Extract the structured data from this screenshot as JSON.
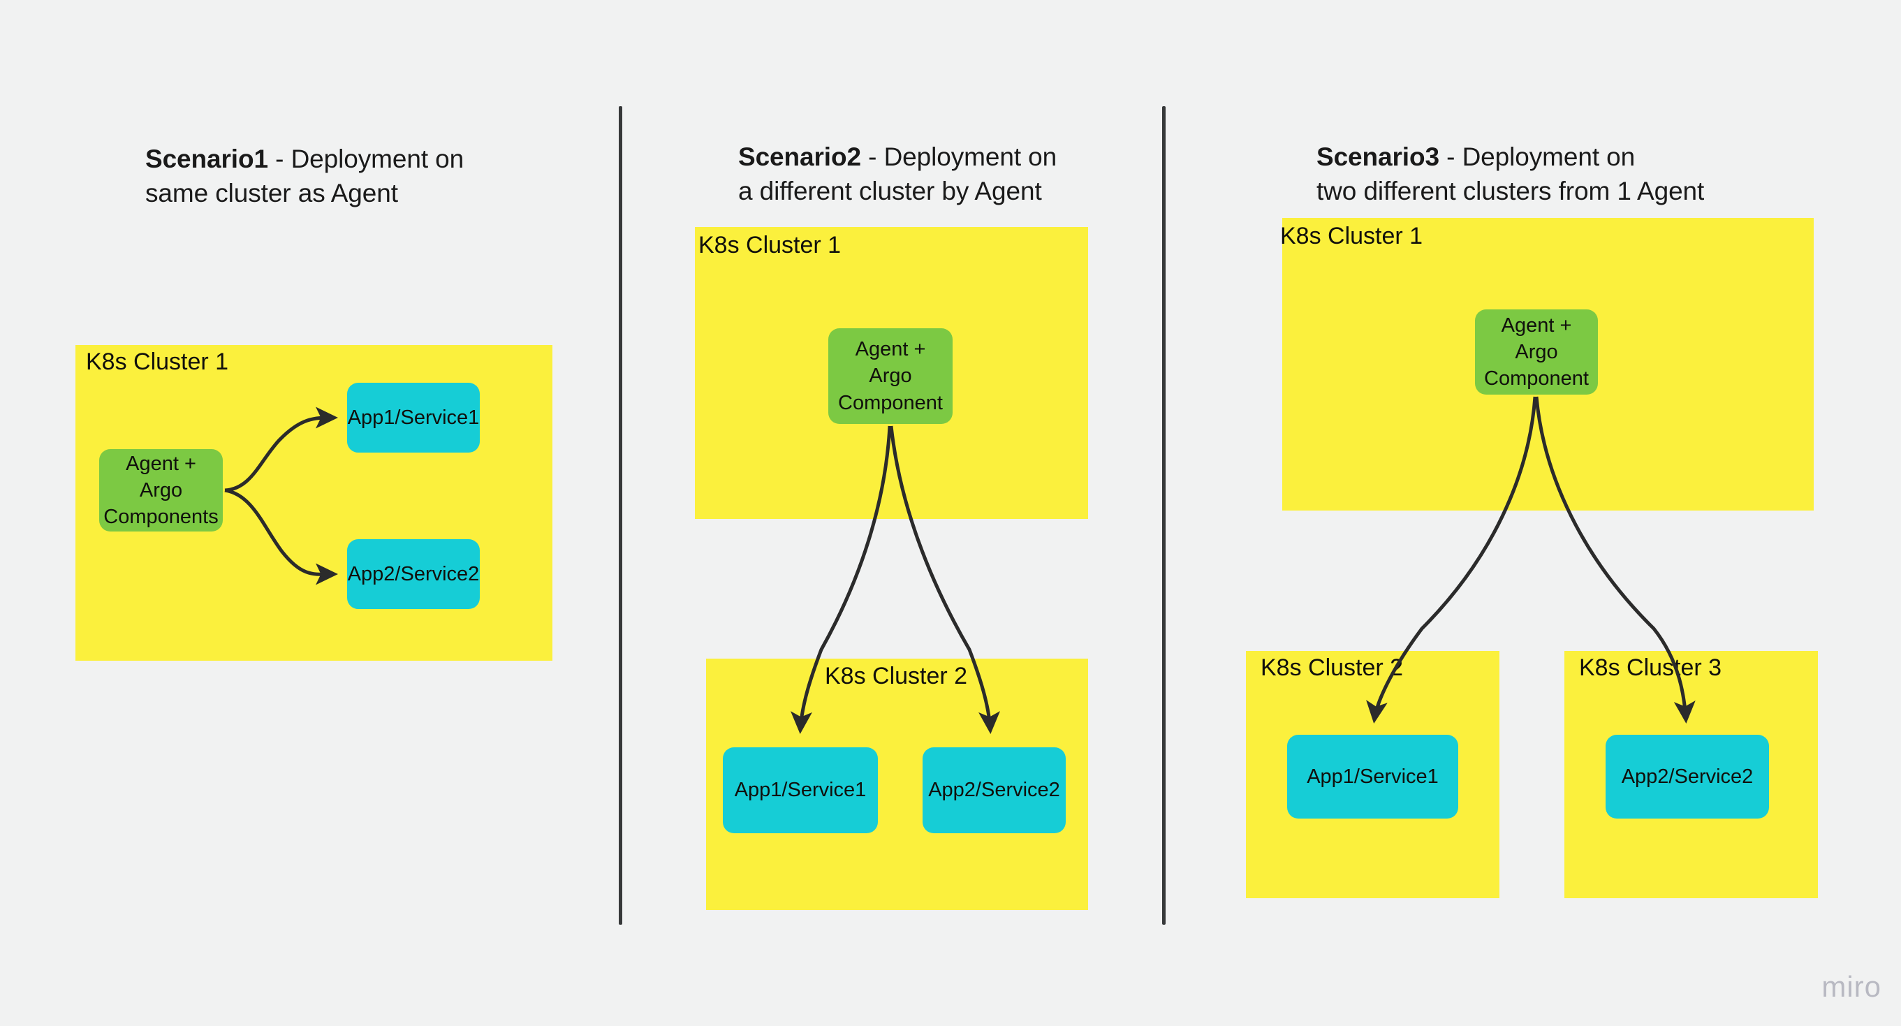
{
  "board": {
    "background_color": "#f1f2f2",
    "watermark": "miro"
  },
  "colors": {
    "cluster_yellow": "#fbf03d",
    "agent_green": "#7cc943",
    "app_cyan": "#16cdd6",
    "divider_gray": "#37393a",
    "text_dark": "#1a1a1a"
  },
  "scenarios": [
    {
      "id": "scenario1",
      "title_strong": "Scenario1",
      "title_rest": " - Deployment on\nsame cluster as Agent",
      "clusters": [
        {
          "label": "K8s Cluster 1"
        }
      ],
      "nodes": [
        {
          "label": "Agent + Argo\nComponents",
          "kind": "green"
        },
        {
          "label": "App1/Service1",
          "kind": "cyan"
        },
        {
          "label": "App2/Service2",
          "kind": "cyan"
        }
      ]
    },
    {
      "id": "scenario2",
      "title_strong": "Scenario2",
      "title_rest": " - Deployment on\na different cluster by Agent",
      "clusters": [
        {
          "label": "K8s Cluster 1"
        },
        {
          "label": "K8s Cluster 2"
        }
      ],
      "nodes": [
        {
          "label": "Agent +\nArgo\nComponent",
          "kind": "green"
        },
        {
          "label": "App1/Service1",
          "kind": "cyan"
        },
        {
          "label": "App2/Service2",
          "kind": "cyan"
        }
      ]
    },
    {
      "id": "scenario3",
      "title_strong": "Scenario3",
      "title_rest": " - Deployment on\ntwo different clusters from 1 Agent",
      "clusters": [
        {
          "label": "K8s Cluster 1"
        },
        {
          "label": "K8s Cluster 2"
        },
        {
          "label": "K8s Cluster 3"
        }
      ],
      "nodes": [
        {
          "label": "Agent +\nArgo\nComponent",
          "kind": "green"
        },
        {
          "label": "App1/Service1",
          "kind": "cyan"
        },
        {
          "label": "App2/Service2",
          "kind": "cyan"
        }
      ]
    }
  ]
}
